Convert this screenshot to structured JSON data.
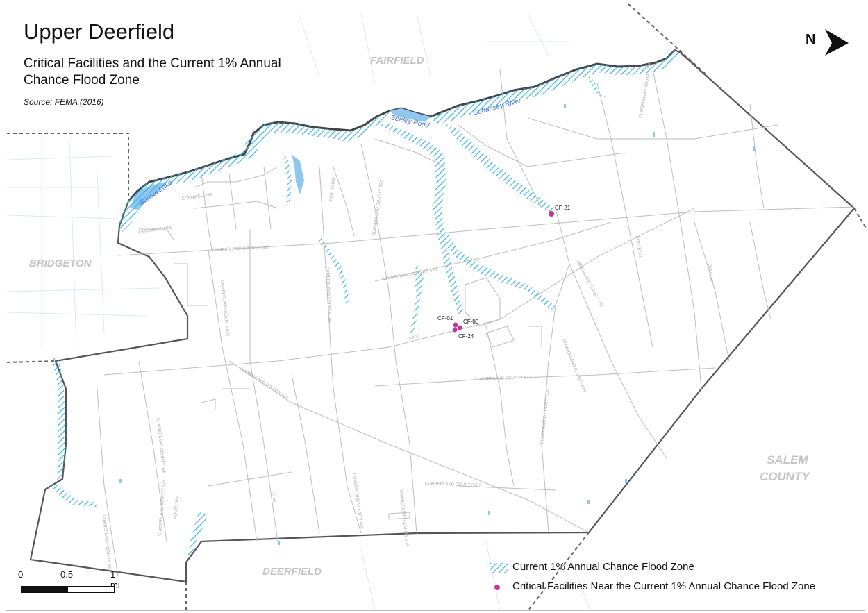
{
  "title": "Upper Deerfield",
  "subtitle": "Critical Facilities and the Current 1% Annual Chance Flood Zone",
  "source": "Source: FEMA (2016)",
  "north_label": "N",
  "colors": {
    "flood": "#3ab4e0",
    "facility": "#c0399a",
    "boundary": "#555555",
    "road": "#bdbdbd",
    "water": "#8fc7ef",
    "outside_label": "#c4c4c4"
  },
  "places": {
    "fairfield": "FAIRFIELD",
    "bridgeton": "BRIDGETON",
    "salem_line1": "SALEM",
    "salem_line2": "COUNTY",
    "deerfield": "DEERFIELD"
  },
  "water_labels": {
    "sunset_lake": "Sunset Lake",
    "seeley_pond": "Seeley Pond",
    "cohansey_river": "Cohansey River"
  },
  "roads": {
    "cc605": "CUMBERLAND COUNTY 605",
    "cc630": "CUMBERLAND COUNTY 630",
    "cc677": "CUMBERLAND COUNTY 677",
    "cc617": "CUMBERLAND COUNTY 617",
    "cc687": "CUMBERLAND COUNTY 687",
    "cc671": "CUMBERLAND COUNTY 671",
    "cc693": "CUMBERLAND COUNTY 693",
    "cc709": "CUMBERLAND COUNTY 709",
    "cc672": "CUMBERLAND COUNTY 672",
    "cc607": "CUMBERLAND COUNTY 607",
    "cc735": "CUMBERLAND COUNTY 735",
    "cc725": "CUMBERLAND COUNTY 725",
    "cc738": "CUMBERLAND COUNTY 738",
    "cc645": "CUMBERLAND COUNTY 645",
    "cc608": "CUMBERLAND COUNTY 608",
    "cc626": "CUMBERLAND COUNTY 626",
    "cc659": "CUMBERLAND COUNTY 659",
    "cornwell": "CORNWELL DR",
    "lakewood": "LAKEWOOD HTS",
    "route540": "ROUTE 540",
    "route553": "ROUTE 553",
    "nj77": "NJ 77",
    "nj56": "NJ 56",
    "dubois": "DUBOIS RD",
    "olive": "OLIVE ST"
  },
  "facilities": [
    {
      "id": "CF-01"
    },
    {
      "id": "CF-06"
    },
    {
      "id": "CF-24"
    },
    {
      "id": "CF-21"
    }
  ],
  "legend": {
    "flood_zone": "Current 1% Annual Chance Flood Zone",
    "facilities": "Critical Facilities Near the Current 1% Annual Chance Flood Zone"
  },
  "scale": {
    "ticks": [
      "0",
      "0.5",
      "1 mi"
    ]
  }
}
